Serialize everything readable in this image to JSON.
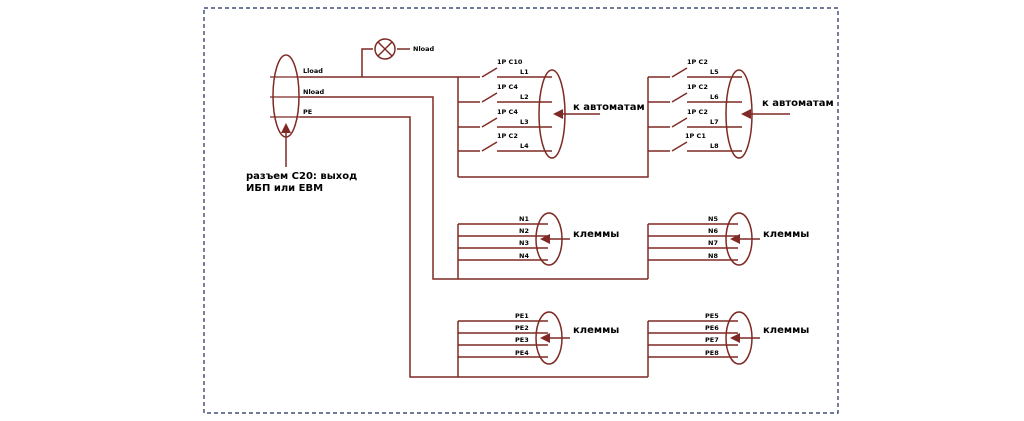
{
  "labels": {
    "lload": "Lload",
    "nload": "Nload",
    "pe": "PE",
    "nload_lamp": "Nload",
    "connector_line1": "разъем С20: выход",
    "connector_line2": "ИБП или ЕВМ",
    "to_breakers_1": "к автоматам",
    "to_breakers_2": "к автоматам",
    "terminals_n1": "клеммы",
    "terminals_n2": "клеммы",
    "terminals_pe1": "клеммы",
    "terminals_pe2": "клеммы"
  },
  "breakers": {
    "group1": [
      {
        "rating": "1P C10",
        "line": "L1"
      },
      {
        "rating": "1P C4",
        "line": "L2"
      },
      {
        "rating": "1P C4",
        "line": "L3"
      },
      {
        "rating": "1P C2",
        "line": "L4"
      }
    ],
    "group2": [
      {
        "rating": "1P C2",
        "line": "L5"
      },
      {
        "rating": "1P C2",
        "line": "L6"
      },
      {
        "rating": "1P C2",
        "line": "L7"
      },
      {
        "rating": "1P C1",
        "line": "L8"
      }
    ]
  },
  "neutral": {
    "group1": [
      "N1",
      "N2",
      "N3",
      "N4"
    ],
    "group2": [
      "N5",
      "N6",
      "N7",
      "N8"
    ]
  },
  "earth": {
    "group1": [
      "PE1",
      "PE2",
      "PE3",
      "PE4"
    ],
    "group2": [
      "PE5",
      "PE6",
      "PE7",
      "PE8"
    ]
  },
  "colors": {
    "wire": "#7f2a24",
    "border": "#1f2a5c",
    "text": "#000000"
  }
}
